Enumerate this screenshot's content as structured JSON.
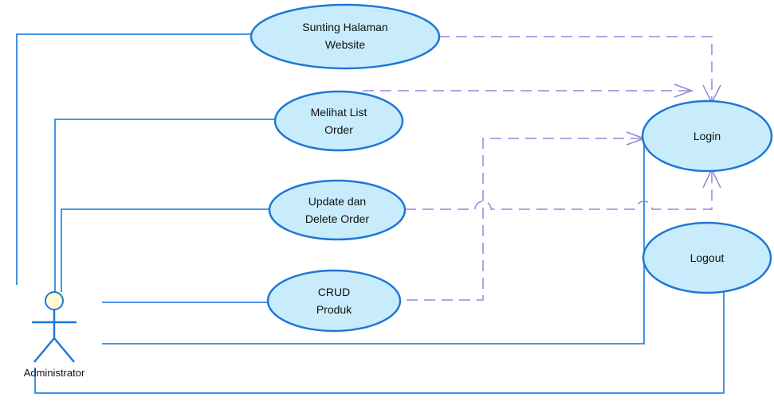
{
  "diagram": {
    "actor": {
      "name": "Administrator"
    },
    "use_cases": {
      "sunting": {
        "line1": "Sunting Halaman",
        "line2": "Website"
      },
      "melihat": {
        "line1": "Melihat List",
        "line2": "Order"
      },
      "update": {
        "line1": "Update dan",
        "line2": "Delete Order"
      },
      "crud": {
        "line1": "CRUD",
        "line2": "Produk"
      },
      "login": {
        "line1": "Login"
      },
      "logout": {
        "line1": "Logout"
      }
    },
    "relationships": [
      {
        "from": "Administrator",
        "to": "Sunting Halaman Website",
        "kind": "association"
      },
      {
        "from": "Administrator",
        "to": "Melihat List Order",
        "kind": "association"
      },
      {
        "from": "Administrator",
        "to": "Update dan Delete Order",
        "kind": "association"
      },
      {
        "from": "Administrator",
        "to": "CRUD Produk",
        "kind": "association"
      },
      {
        "from": "Administrator",
        "to": "Login",
        "kind": "association"
      },
      {
        "from": "Administrator",
        "to": "Logout",
        "kind": "association"
      },
      {
        "from": "Sunting Halaman Website",
        "to": "Login",
        "kind": "dependency"
      },
      {
        "from": "Melihat List Order",
        "to": "Login",
        "kind": "dependency"
      },
      {
        "from": "Update dan Delete Order",
        "to": "Login",
        "kind": "dependency"
      },
      {
        "from": "CRUD Produk",
        "to": "Login",
        "kind": "dependency"
      }
    ],
    "colors": {
      "use_case_fill": "#c9ecfc",
      "use_case_border": "#1e77d6",
      "association_line": "#2e86e0",
      "dependency_line": "#9a84d8",
      "actor_head_fill": "#fffbd0"
    }
  }
}
